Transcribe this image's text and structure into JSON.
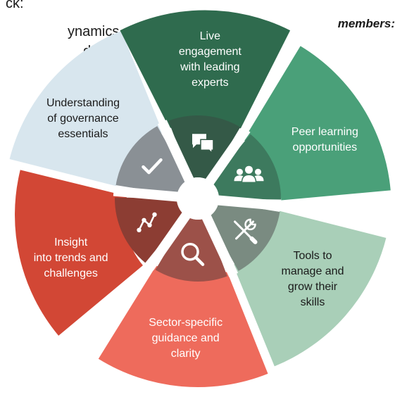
{
  "fragments": {
    "top": "ck:",
    "line1": "ynamics",
    "line2": "d an",
    "members": "members:"
  },
  "segments": [
    {
      "id": "peer-learning",
      "icon": "people-group-icon",
      "outer_color": "#4aa079",
      "inner_color": "#3d7a5e",
      "text_color": "#ffffff",
      "lines": [
        "Peer learning",
        "opportunities"
      ]
    },
    {
      "id": "tools",
      "icon": "wrench-screwdriver-icon",
      "outer_color": "#a9cfb8",
      "inner_color": "#7a8b81",
      "text_color": "#1a1a1a",
      "lines": [
        "Tools to",
        "manage and",
        "grow their",
        "skills"
      ]
    },
    {
      "id": "sector-guidance",
      "icon": "magnifier-icon",
      "outer_color": "#ee6b5c",
      "inner_color": "#9c5149",
      "text_color": "#ffffff",
      "lines": [
        "Sector-specific",
        "guidance and",
        "clarity"
      ]
    },
    {
      "id": "insight",
      "icon": "trend-line-icon",
      "outer_color": "#d24735",
      "inner_color": "#8c3d33",
      "text_color": "#ffffff",
      "lines": [
        "Insight",
        "into trends and",
        "challenges"
      ]
    },
    {
      "id": "governance",
      "icon": "checkmark-icon",
      "outer_color": "#d8e6ee",
      "inner_color": "#8a9095",
      "text_color": "#1a1a1a",
      "lines": [
        "Understanding",
        "of governance",
        "essentials"
      ]
    },
    {
      "id": "live-engagement",
      "icon": "chat-bubbles-icon",
      "outer_color": "#2f6b4e",
      "inner_color": "#345947",
      "text_color": "#ffffff",
      "lines": [
        "Live",
        "engagement",
        "with leading",
        "experts"
      ]
    }
  ]
}
